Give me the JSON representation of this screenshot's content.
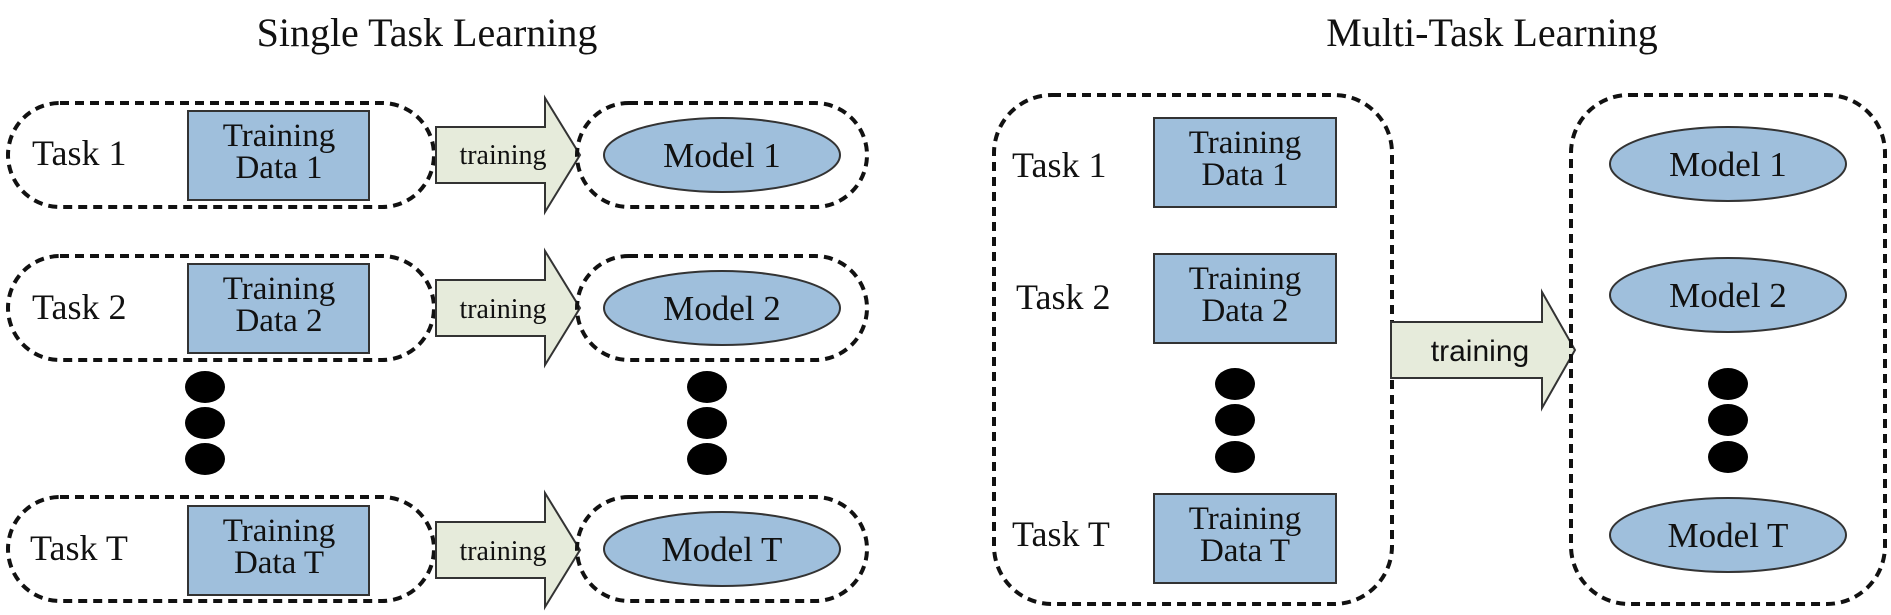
{
  "single": {
    "title": "Single Task Learning",
    "rows": [
      {
        "task": "Task 1",
        "data_line1": "Training",
        "data_line2": "Data 1",
        "arrow": "training",
        "model": "Model 1"
      },
      {
        "task": "Task 2",
        "data_line1": "Training",
        "data_line2": "Data 2",
        "arrow": "training",
        "model": "Model 2"
      },
      {
        "task": "Task T",
        "data_line1": "Training",
        "data_line2": "Data T",
        "arrow": "training",
        "model": "Model T"
      }
    ]
  },
  "multi": {
    "title": "Multi-Task Learning",
    "tasks": [
      {
        "task": "Task 1",
        "data_line1": "Training",
        "data_line2": "Data 1"
      },
      {
        "task": "Task 2",
        "data_line1": "Training",
        "data_line2": "Data 2"
      },
      {
        "task": "Task T",
        "data_line1": "Training",
        "data_line2": "Data T"
      }
    ],
    "arrow": "training",
    "models": [
      "Model 1",
      "Model 2",
      "Model T"
    ]
  }
}
